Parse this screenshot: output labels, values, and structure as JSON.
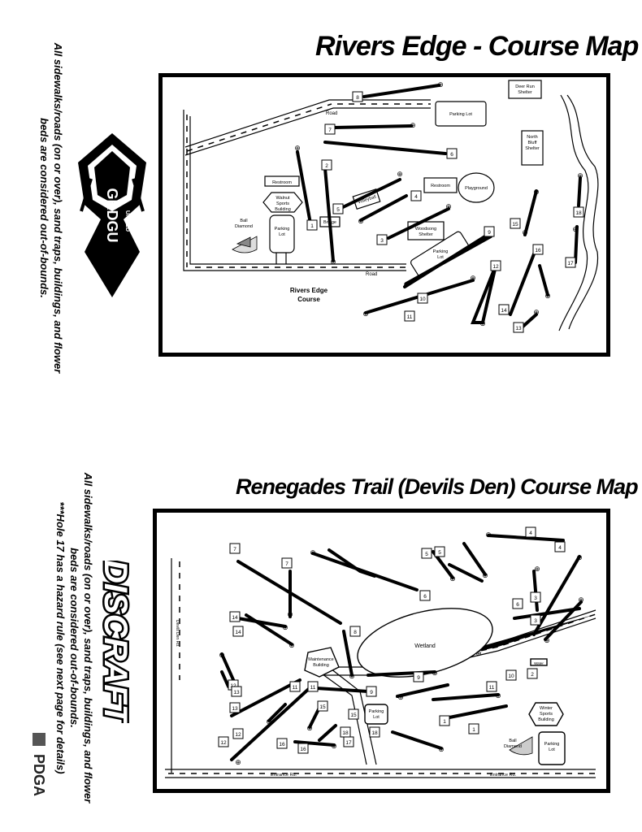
{
  "maps": [
    {
      "title": "Rivers Edge - Course Map",
      "side_note": [
        "All sidewalks/roads (on or over), sand traps, buildings, and flower",
        "beds are considered out-of-bounds."
      ],
      "sponsor_logo": {
        "top": "GRDGU",
        "bottom": "UNITED"
      },
      "course_label": [
        "Rivers Edge",
        "Course"
      ],
      "labels": {
        "road_top": "Road",
        "road_bottom": "Road",
        "parking_lot_1": "Parking Lot",
        "deer_run_shelter": [
          "Deer Run",
          "Shelter"
        ],
        "north_bluff_shelter": [
          "North",
          "Bluff",
          "Shelter"
        ],
        "restroom_1": "Restroom",
        "restroom_2": "Restroom",
        "playground": "Playground",
        "walnut_sports_building": [
          "Walnut",
          "Sports",
          "Building"
        ],
        "volleyball": "Volleyball",
        "ball_diamond": [
          "Ball",
          "Diamond"
        ],
        "parking_lot_2": [
          "Parking",
          "Lot"
        ],
        "bridge": "Bridge",
        "woodsong_shelter": [
          "Woodsong",
          "Shelter"
        ],
        "parking_lot_3": [
          "Parking",
          "Lot"
        ]
      },
      "holes": [
        "1",
        "2",
        "3",
        "4",
        "5",
        "6",
        "7",
        "8",
        "9",
        "10",
        "11",
        "12",
        "13",
        "14",
        "15",
        "16",
        "17",
        "18"
      ]
    },
    {
      "title": "Renegades Trail (Devils Den) Course Map",
      "side_note": [
        "All sidewalks/roads (on or over), sand traps, buildings, and flower",
        "beds are considered out-of-bounds.",
        "***Hole 17 has a hazard rule (see next page for details)"
      ],
      "sponsor_logo": "DISCRAFT",
      "pdga_logo": "PDGA",
      "labels": {
        "wetland": "Wetland",
        "maintenance_building": [
          "Maintenance",
          "Building"
        ],
        "winter_sports_building": [
          "Winter",
          "Sports",
          "Building"
        ],
        "parking_lot_1": [
          "Parking",
          "Lot"
        ],
        "parking_lot_2": [
          "Parking",
          "Lot"
        ],
        "entrance_rd_1": "Entrance Rd.",
        "entrance_rd_2": "Entrance Rd.",
        "side_road": "Devils Den Rd.",
        "ball_diamond": [
          "Ball",
          "Diamond"
        ],
        "water": "Water"
      },
      "holes": [
        "1",
        "2",
        "3",
        "4",
        "5",
        "6",
        "7",
        "8",
        "9",
        "10",
        "11",
        "12",
        "13",
        "14",
        "15",
        "16",
        "17",
        "18"
      ]
    }
  ]
}
